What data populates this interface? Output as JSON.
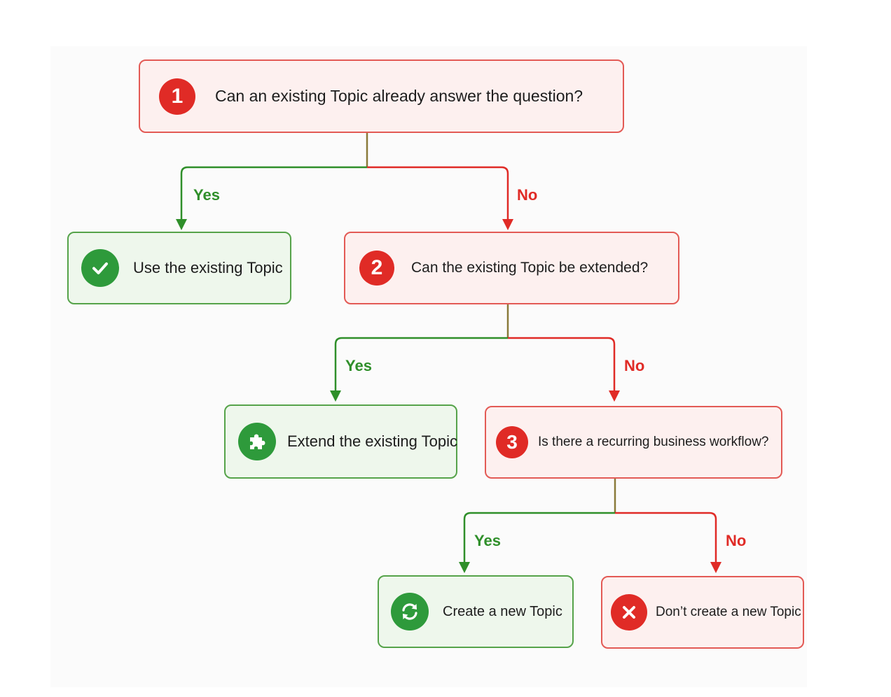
{
  "diagram": {
    "questions": [
      {
        "number": "1",
        "text": "Can an existing Topic already answer the question?"
      },
      {
        "number": "2",
        "text": "Can the existing Topic be extended?"
      },
      {
        "number": "3",
        "text": "Is there a recurring business workflow?"
      }
    ],
    "outcomes": {
      "use_existing": {
        "text": "Use the existing Topic",
        "icon": "check-icon"
      },
      "extend_existing": {
        "text": "Extend the existing Topic",
        "icon": "puzzle-icon"
      },
      "create_new": {
        "text": "Create a new Topic",
        "icon": "refresh-icon"
      },
      "dont_create": {
        "text": "Don’t create a new Topic",
        "icon": "close-icon"
      }
    },
    "branch_labels": {
      "yes": "Yes",
      "no": "No"
    },
    "colors": {
      "yes_line": "#2f8f2a",
      "no_line": "#e02b26",
      "question_fill": "#fdf0ef",
      "question_border": "#e35a55",
      "outcome_fill": "#eef7ec",
      "outcome_border": "#56a34a"
    }
  }
}
